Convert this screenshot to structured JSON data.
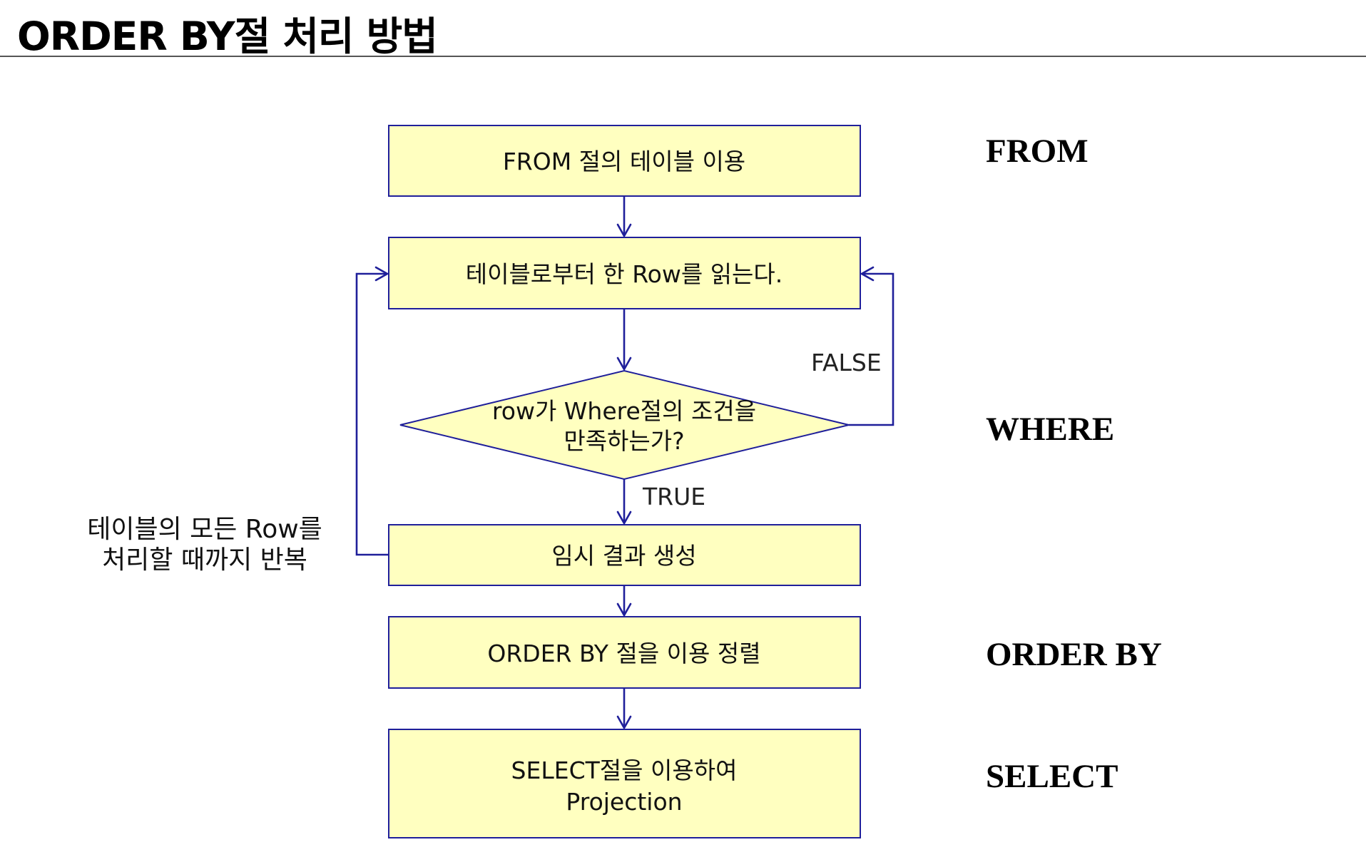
{
  "title": "ORDER BY절 처리 방법",
  "nodes": {
    "from_box": "FROM 절의 테이블 이용",
    "read_row": "테이블로부터 한 Row를 읽는다.",
    "where_check": {
      "line1": "row가 Where절의 조건을",
      "line2": "만족하는가?"
    },
    "temp_result": "임시 결과 생성",
    "order_by": "ORDER BY 절을 이용 정렬",
    "select": {
      "line1": "SELECT절을 이용하여",
      "line2": "Projection"
    }
  },
  "edges": {
    "false_label": "FALSE",
    "true_label": "TRUE"
  },
  "loop_label": {
    "line1": "테이블의 모든 Row를",
    "line2": "처리할 때까지 반복"
  },
  "phases": {
    "from": "FROM",
    "where": "WHERE",
    "order_by": "ORDER BY",
    "select": "SELECT"
  },
  "colors": {
    "box_fill": "#ffffc0",
    "line": "#1f1f9a"
  }
}
